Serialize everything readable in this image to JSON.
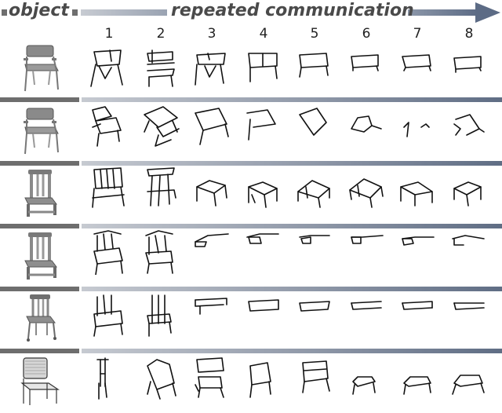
{
  "header": {
    "object_label": "object",
    "communication_label": "repeated communication",
    "arrow_color": "#6a7a92"
  },
  "columns": [
    "1",
    "2",
    "3",
    "4",
    "5",
    "6",
    "7",
    "8"
  ],
  "rows": [
    {
      "object_icon": "armchair-icon",
      "sketch_style": "armchair"
    },
    {
      "object_icon": "armchair-icon",
      "sketch_style": "armchair-abstract"
    },
    {
      "object_icon": "wooden-chair-icon",
      "sketch_style": "box"
    },
    {
      "object_icon": "wooden-chair-icon",
      "sketch_style": "flat"
    },
    {
      "object_icon": "spindle-chair-icon",
      "sketch_style": "slab"
    },
    {
      "object_icon": "wire-chair-icon",
      "sketch_style": "outline"
    }
  ]
}
